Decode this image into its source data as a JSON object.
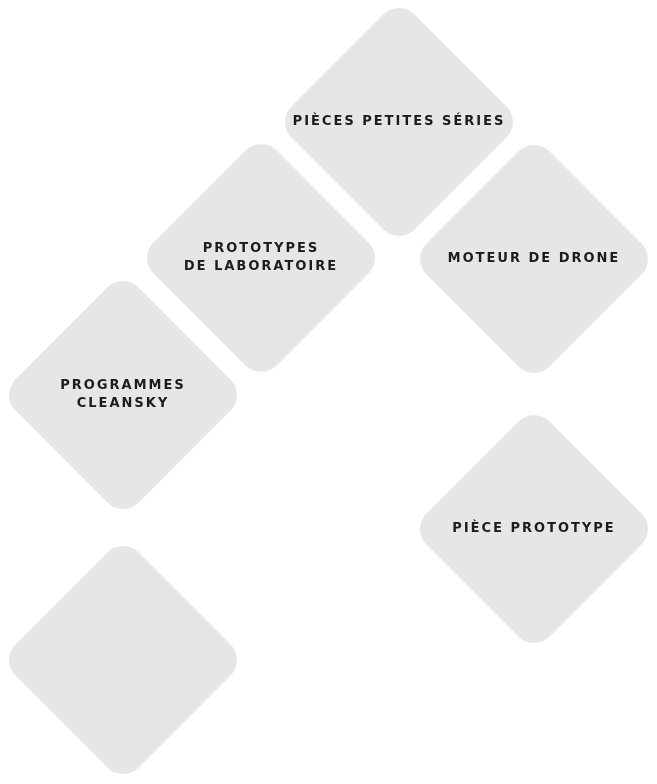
{
  "tiles": [
    {
      "id": "pieces-petites-series",
      "lines": [
        "PIÈCES PETITES SÉRIES"
      ]
    },
    {
      "id": "prototypes-laboratoire",
      "lines": [
        "PROTOTYPES",
        "DE LABORATOIRE"
      ]
    },
    {
      "id": "moteur-de-drone",
      "lines": [
        "MOTEUR DE DRONE"
      ]
    },
    {
      "id": "programmes-cleansky",
      "lines": [
        "PROGRAMMES",
        "CLEANSKY"
      ]
    },
    {
      "id": "piece-prototype",
      "lines": [
        "PIÈCE PROTOTYPE"
      ]
    },
    {
      "id": "empty-tile",
      "lines": []
    }
  ],
  "colors": {
    "tile_background": "#e6e6e6",
    "label_text": "#1c1c1c",
    "page_background": "#ffffff"
  }
}
